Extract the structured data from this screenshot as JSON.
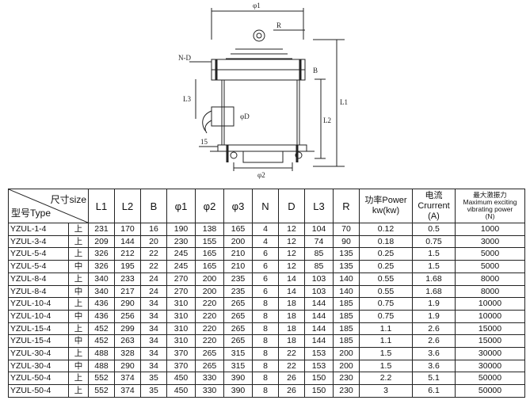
{
  "drawing_labels": {
    "phi1": "φ1",
    "R": "R",
    "ND": "N-D",
    "B": "B",
    "L3": "L3",
    "L1": "L1",
    "L2": "L2",
    "phiD": "φD",
    "fifteen": "15",
    "phi2": "φ2"
  },
  "header": {
    "corner_top_cn": "尺寸",
    "corner_top_en": "size",
    "corner_bottom_cn": "型号",
    "corner_bottom_en": "Type",
    "cols": [
      "L1",
      "L2",
      "B",
      "φ1",
      "φ2",
      "φ3",
      "N",
      "D",
      "L3",
      "R"
    ],
    "power_cn": "功率Power",
    "power_unit": "kw(kw)",
    "current_cn": "电流",
    "current_en": "Crurrent",
    "current_unit": "(A)",
    "force_cn": "最大激振力",
    "force_en1": "Maximum exciting",
    "force_en2": "vibrating power",
    "force_unit": "(N)"
  },
  "rows": [
    [
      "YZUL-1-4",
      "上",
      "231",
      "170",
      "16",
      "190",
      "138",
      "165",
      "4",
      "12",
      "104",
      "70",
      "0.12",
      "0.5",
      "1000"
    ],
    [
      "YZUL-3-4",
      "上",
      "209",
      "144",
      "20",
      "230",
      "155",
      "200",
      "4",
      "12",
      "74",
      "90",
      "0.18",
      "0.75",
      "3000"
    ],
    [
      "YZUL-5-4",
      "上",
      "326",
      "212",
      "22",
      "245",
      "165",
      "210",
      "6",
      "12",
      "85",
      "135",
      "0.25",
      "1.5",
      "5000"
    ],
    [
      "YZUL-5-4",
      "中",
      "326",
      "195",
      "22",
      "245",
      "165",
      "210",
      "6",
      "12",
      "85",
      "135",
      "0.25",
      "1.5",
      "5000"
    ],
    [
      "YZUL-8-4",
      "上",
      "340",
      "233",
      "24",
      "270",
      "200",
      "235",
      "6",
      "14",
      "103",
      "140",
      "0.55",
      "1.68",
      "8000"
    ],
    [
      "YZUL-8-4",
      "中",
      "340",
      "217",
      "24",
      "270",
      "200",
      "235",
      "6",
      "14",
      "103",
      "140",
      "0.55",
      "1.68",
      "8000"
    ],
    [
      "YZUL-10-4",
      "上",
      "436",
      "290",
      "34",
      "310",
      "220",
      "265",
      "8",
      "18",
      "144",
      "185",
      "0.75",
      "1.9",
      "10000"
    ],
    [
      "YZUL-10-4",
      "中",
      "436",
      "256",
      "34",
      "310",
      "220",
      "265",
      "8",
      "18",
      "144",
      "185",
      "0.75",
      "1.9",
      "10000"
    ],
    [
      "YZUL-15-4",
      "上",
      "452",
      "299",
      "34",
      "310",
      "220",
      "265",
      "8",
      "18",
      "144",
      "185",
      "1.1",
      "2.6",
      "15000"
    ],
    [
      "YZUL-15-4",
      "中",
      "452",
      "263",
      "34",
      "310",
      "220",
      "265",
      "8",
      "18",
      "144",
      "185",
      "1.1",
      "2.6",
      "15000"
    ],
    [
      "YZUL-30-4",
      "上",
      "488",
      "328",
      "34",
      "370",
      "265",
      "315",
      "8",
      "22",
      "153",
      "200",
      "1.5",
      "3.6",
      "30000"
    ],
    [
      "YZUL-30-4",
      "中",
      "488",
      "290",
      "34",
      "370",
      "265",
      "315",
      "8",
      "22",
      "153",
      "200",
      "1.5",
      "3.6",
      "30000"
    ],
    [
      "YZUL-50-4",
      "上",
      "552",
      "374",
      "35",
      "450",
      "330",
      "390",
      "8",
      "26",
      "150",
      "230",
      "2.2",
      "5.1",
      "50000"
    ],
    [
      "YZUL-50-4",
      "上",
      "552",
      "374",
      "35",
      "450",
      "330",
      "390",
      "8",
      "26",
      "150",
      "230",
      "3",
      "6.1",
      "50000"
    ]
  ]
}
